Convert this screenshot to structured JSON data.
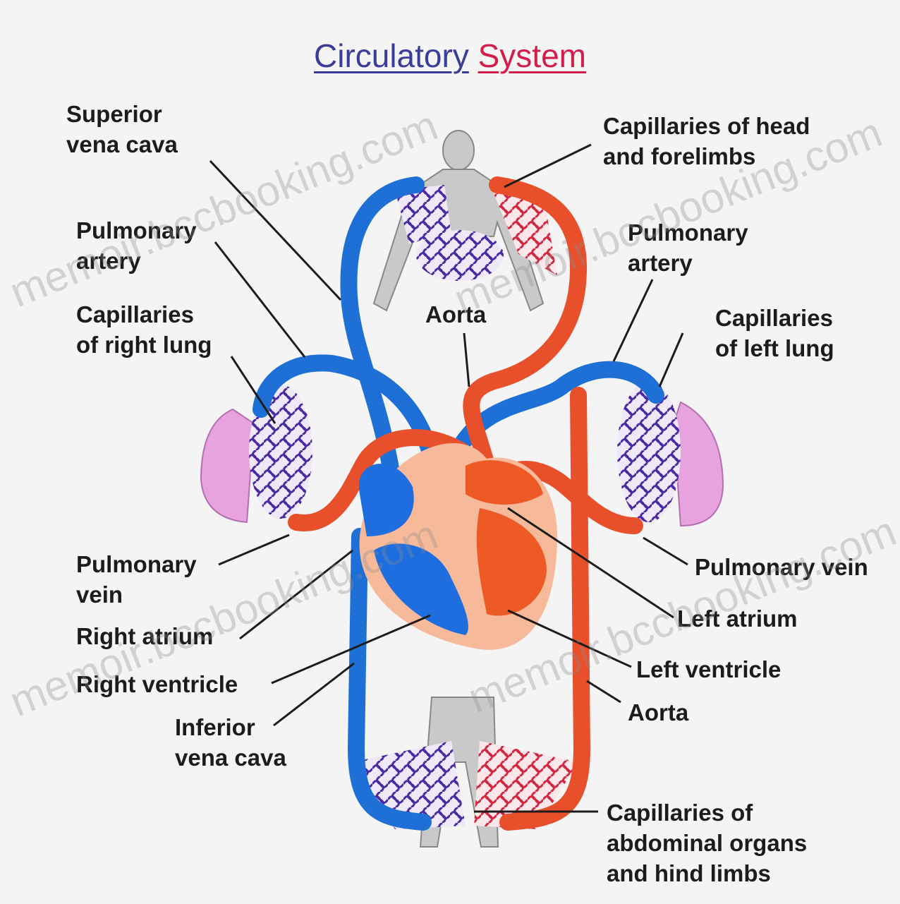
{
  "title": {
    "part1": "Circulatory",
    "part2": "System"
  },
  "labels": {
    "superior_vena_cava": "Superior\nvena cava",
    "capillaries_head": "Capillaries of head\n and forelimbs",
    "pulmonary_artery_left_side": "Pulmonary\nartery",
    "pulmonary_artery_right_side": "Pulmonary\nartery",
    "capillaries_right_lung": "Capillaries\nof right lung",
    "aorta_top": "Aorta",
    "capillaries_left_lung": "Capillaries\nof left lung",
    "pulmonary_vein_left_side": "Pulmonary\nvein",
    "pulmonary_vein_right_side": "Pulmonary vein",
    "right_atrium": "Right atrium",
    "left_atrium": "Left atrium",
    "right_ventricle": "Right ventricle",
    "left_ventricle": "Left ventricle",
    "inferior_vena_cava": "Inferior\nvena cava",
    "aorta_bottom": "Aorta",
    "capillaries_abdominal": "Capillaries of\nabdominal organs\nand hind limbs"
  },
  "watermarks": [
    "memoir.bccbooking.com",
    "memoir.bccbooking.com",
    "memoir.bccbooking.com",
    "memoir.bccbooking.com"
  ],
  "colors": {
    "deoxygenated": "#1e6fd6",
    "oxygenated": "#e8502c",
    "capillary_blue": "#5a2fa8",
    "capillary_red": "#d82a3a",
    "lung": "#e7a3dd",
    "heart_tissue": "#f6b99a",
    "body_silhouette": "#c9c9c9"
  }
}
